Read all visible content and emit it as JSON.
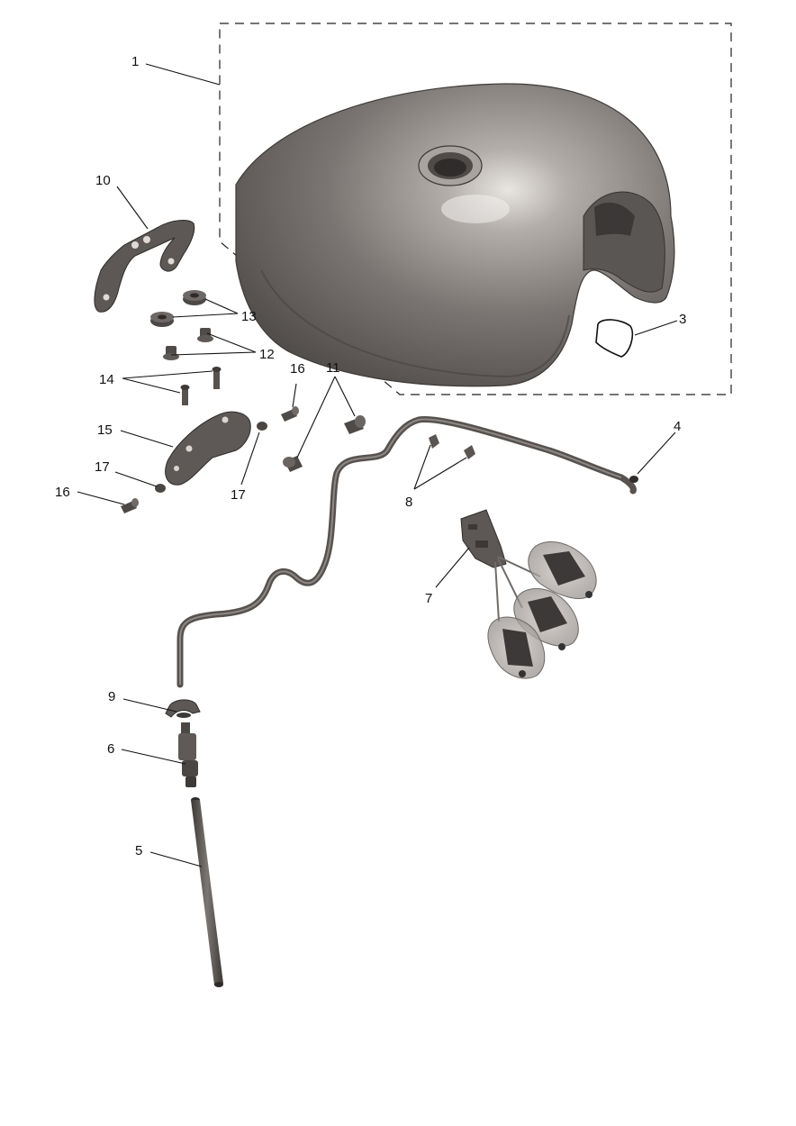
{
  "callouts": [
    {
      "id": "1",
      "label": "1"
    },
    {
      "id": "3",
      "label": "3"
    },
    {
      "id": "4",
      "label": "4"
    },
    {
      "id": "5",
      "label": "5"
    },
    {
      "id": "6",
      "label": "6"
    },
    {
      "id": "7",
      "label": "7"
    },
    {
      "id": "8",
      "label": "8"
    },
    {
      "id": "9",
      "label": "9"
    },
    {
      "id": "10",
      "label": "10"
    },
    {
      "id": "11",
      "label": "11"
    },
    {
      "id": "12",
      "label": "12"
    },
    {
      "id": "13",
      "label": "13"
    },
    {
      "id": "14",
      "label": "14"
    },
    {
      "id": "15",
      "label": "15"
    },
    {
      "id": "16a",
      "label": "16"
    },
    {
      "id": "16b",
      "label": "16"
    },
    {
      "id": "17a",
      "label": "17"
    },
    {
      "id": "17b",
      "label": "17"
    }
  ],
  "colors": {
    "tank_dark": "#545050",
    "tank_mid": "#7a7572",
    "tank_light": "#c9c5c1",
    "line": "#111111",
    "part_dark": "#4a4644"
  }
}
